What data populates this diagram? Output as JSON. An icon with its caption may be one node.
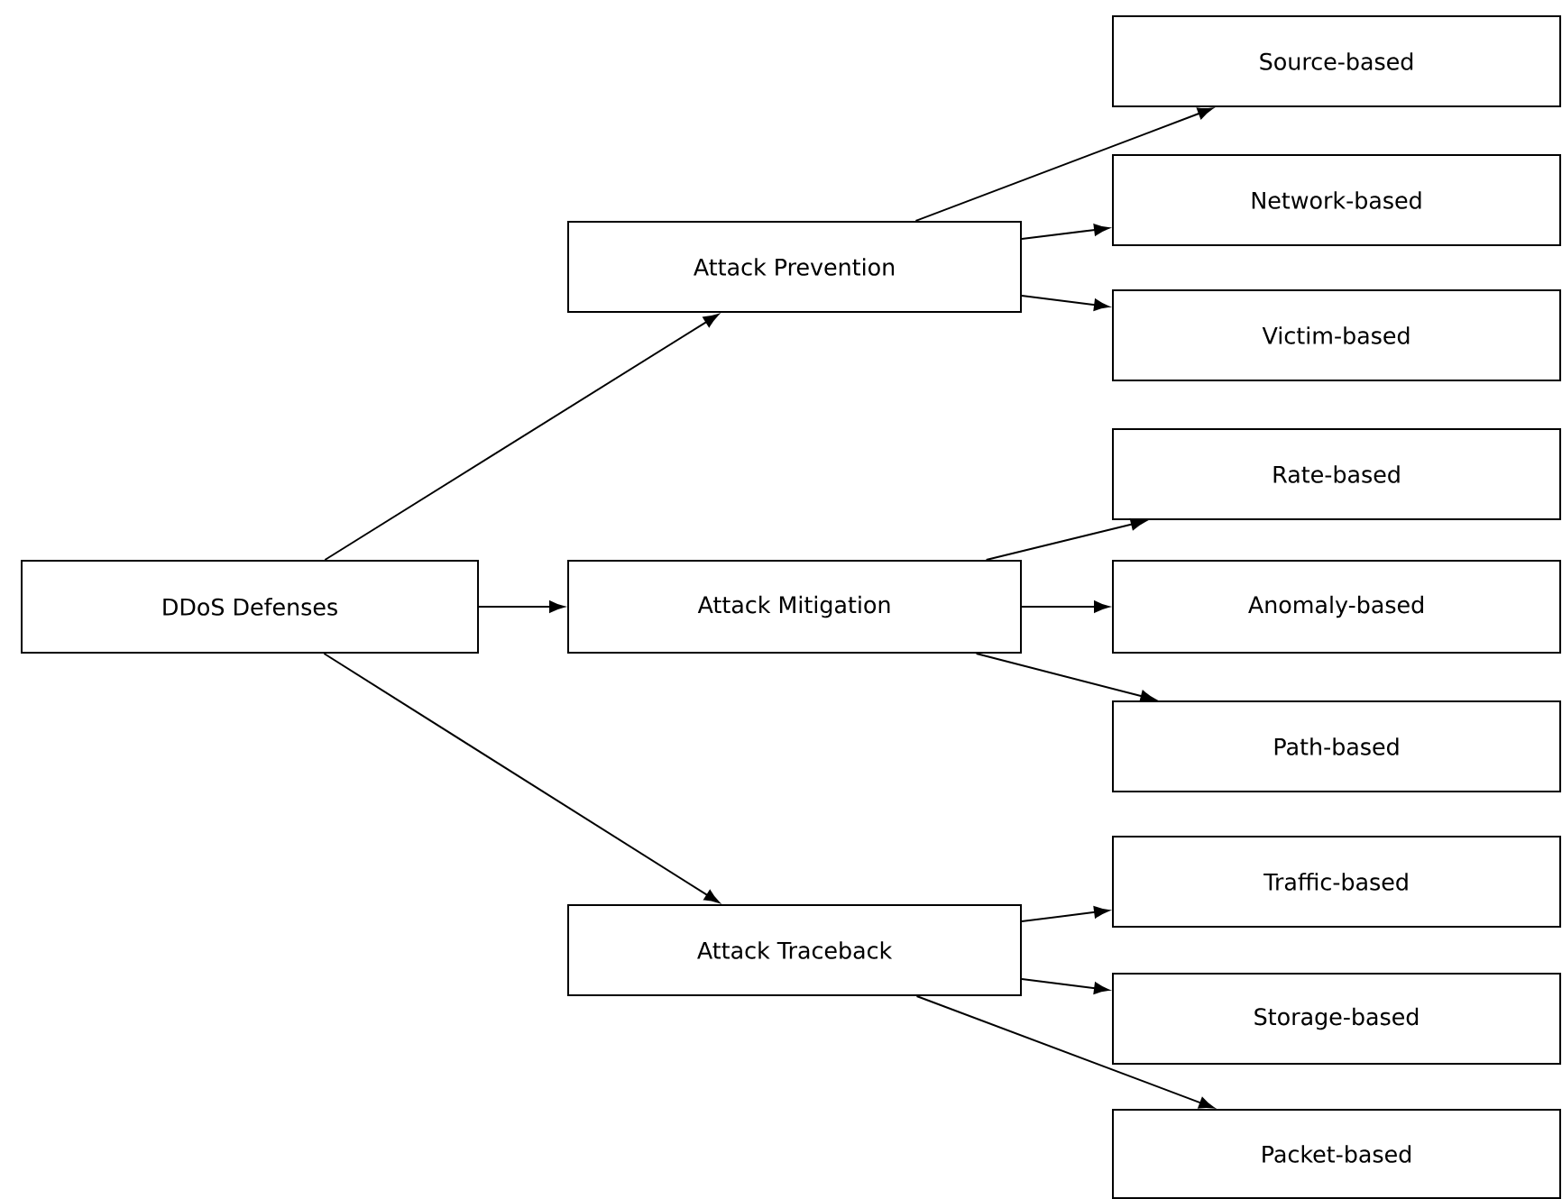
{
  "diagram": {
    "nodes": [
      {
        "text": [
          "DDoS Defenses"
        ]
      },
      {
        "text": [
          "Attack Prevention"
        ]
      },
      {
        "text": [
          "Attack Mitigation"
        ]
      },
      {
        "text": [
          "Attack Traceback"
        ]
      },
      {
        "text": [
          "Source-based"
        ]
      },
      {
        "text": [
          "Network-based"
        ]
      },
      {
        "text": [
          "Victim-based"
        ]
      },
      {
        "text": [
          "Rate-based"
        ]
      },
      {
        "text": [
          "Anomaly-based"
        ]
      },
      {
        "text": [
          "Path-based"
        ]
      },
      {
        "text": [
          "Traffic-based"
        ]
      },
      {
        "text": [
          "Storage-based"
        ]
      },
      {
        "text": [
          "Packet-based"
        ]
      }
    ],
    "edges": [
      {
        "from": 0,
        "to": 1,
        "arrow": "to"
      },
      {
        "from": 0,
        "to": 2,
        "arrow": "to"
      },
      {
        "from": 0,
        "to": 3,
        "arrow": "to"
      },
      {
        "from": 1,
        "to": 4,
        "arrow": "to"
      },
      {
        "from": 1,
        "to": 5,
        "arrow": "to"
      },
      {
        "from": 1,
        "to": 6,
        "arrow": "to"
      },
      {
        "from": 2,
        "to": 7,
        "arrow": "to"
      },
      {
        "from": 2,
        "to": 8,
        "arrow": "to"
      },
      {
        "from": 2,
        "to": 9,
        "arrow": "to"
      },
      {
        "from": 3,
        "to": 10,
        "arrow": "to"
      },
      {
        "from": 3,
        "to": 11,
        "arrow": "to"
      },
      {
        "from": 3,
        "to": 12,
        "arrow": "to"
      }
    ]
  }
}
